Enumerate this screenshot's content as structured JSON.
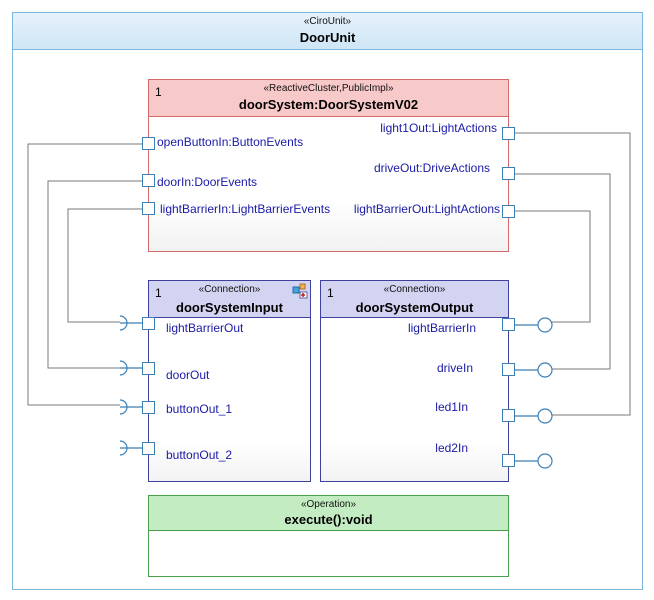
{
  "unit": {
    "stereotype": "«CiroUnit»",
    "name": "DoorUnit"
  },
  "cluster": {
    "multiplicity": "1",
    "stereotype": "«ReactiveCluster,PublicImpl»",
    "name": "doorSystem:DoorSystemV02",
    "ports_left": [
      "openButtonIn:ButtonEvents",
      "doorIn:DoorEvents",
      "lightBarrierIn:LightBarrierEvents"
    ],
    "ports_right": [
      "light1Out:LightActions",
      "driveOut:DriveActions",
      "lightBarrierOut:LightActions"
    ]
  },
  "input": {
    "multiplicity": "1",
    "stereotype": "«Connection»",
    "name": "doorSystemInput",
    "ports": [
      "lightBarrierOut",
      "doorOut",
      "buttonOut_1",
      "buttonOut_2"
    ]
  },
  "output": {
    "multiplicity": "1",
    "stereotype": "«Connection»",
    "name": "doorSystemOutput",
    "ports": [
      "lightBarrierIn",
      "driveIn",
      "led1In",
      "led2In"
    ]
  },
  "operation": {
    "stereotype": "«Operation»",
    "name": "execute():void"
  },
  "colors": {
    "unit_border": "#7bb7dc",
    "cluster_fill": "#f7c9c9",
    "connection_fill": "#d3d3f2",
    "operation_fill": "#c3ecc3",
    "port_border": "#3c7fb5"
  }
}
